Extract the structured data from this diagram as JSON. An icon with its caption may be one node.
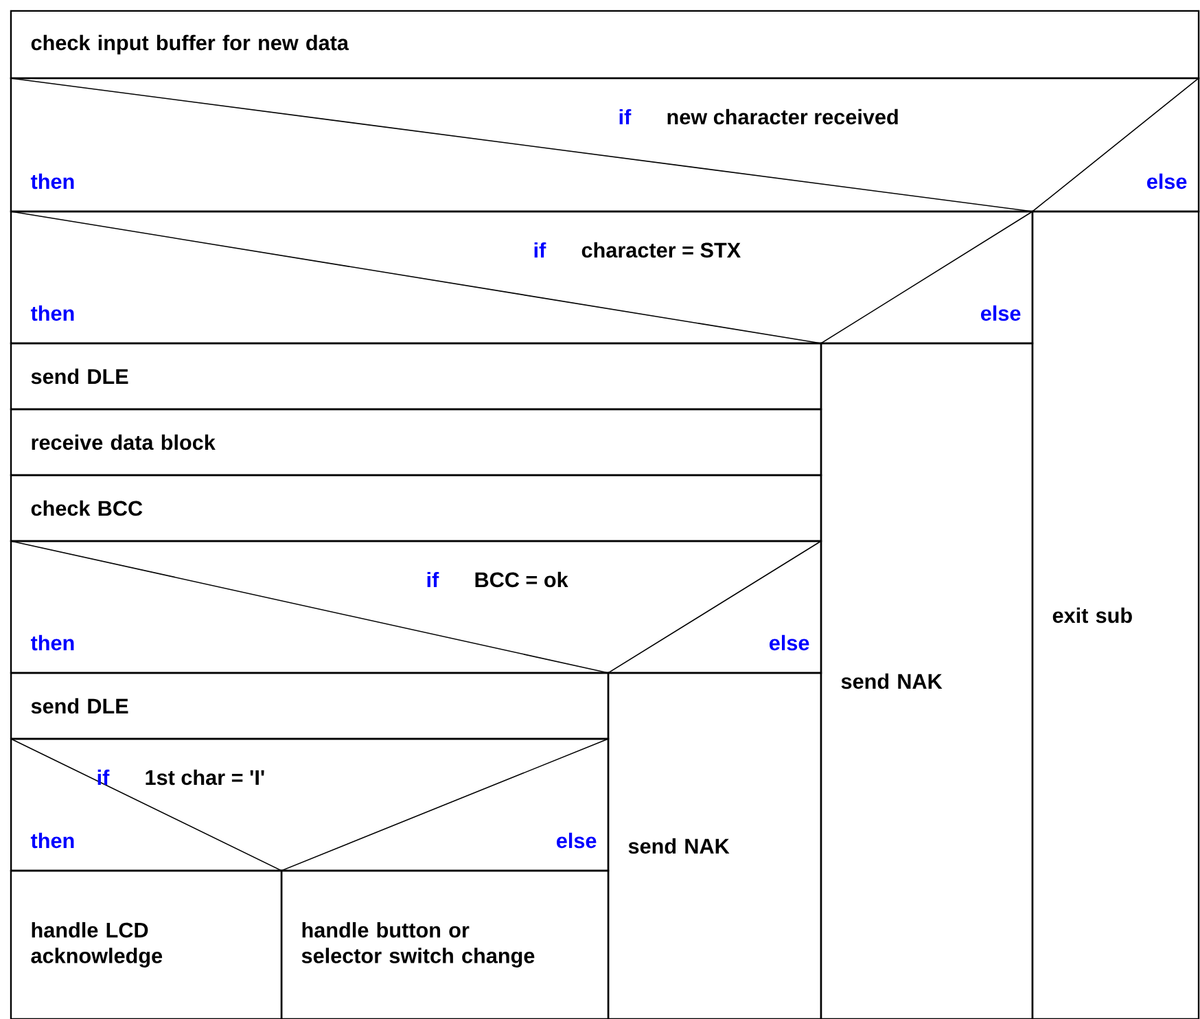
{
  "diagram": {
    "nodes": [
      {
        "text": [
          "check input buffer for new data"
        ]
      },
      {
        "text": [
          "if",
          "new character received",
          "then",
          "else"
        ]
      },
      {
        "text": [
          "if",
          "character = STX",
          "then",
          "else"
        ]
      },
      {
        "text": [
          "send DLE"
        ]
      },
      {
        "text": [
          "receive data block"
        ]
      },
      {
        "text": [
          "check BCC"
        ]
      },
      {
        "text": [
          "if",
          "BCC = ok",
          "then",
          "else"
        ]
      },
      {
        "text": [
          "send DLE"
        ]
      },
      {
        "text": [
          "if",
          "1st char = 'I'",
          "then",
          "else"
        ]
      },
      {
        "text": [
          "handle LCD acknowledge"
        ]
      },
      {
        "text": [
          "handle button or selector switch change"
        ]
      },
      {
        "text": [
          "send NAK"
        ]
      },
      {
        "text": [
          "send NAK"
        ]
      },
      {
        "text": [
          "exit sub"
        ]
      }
    ]
  }
}
